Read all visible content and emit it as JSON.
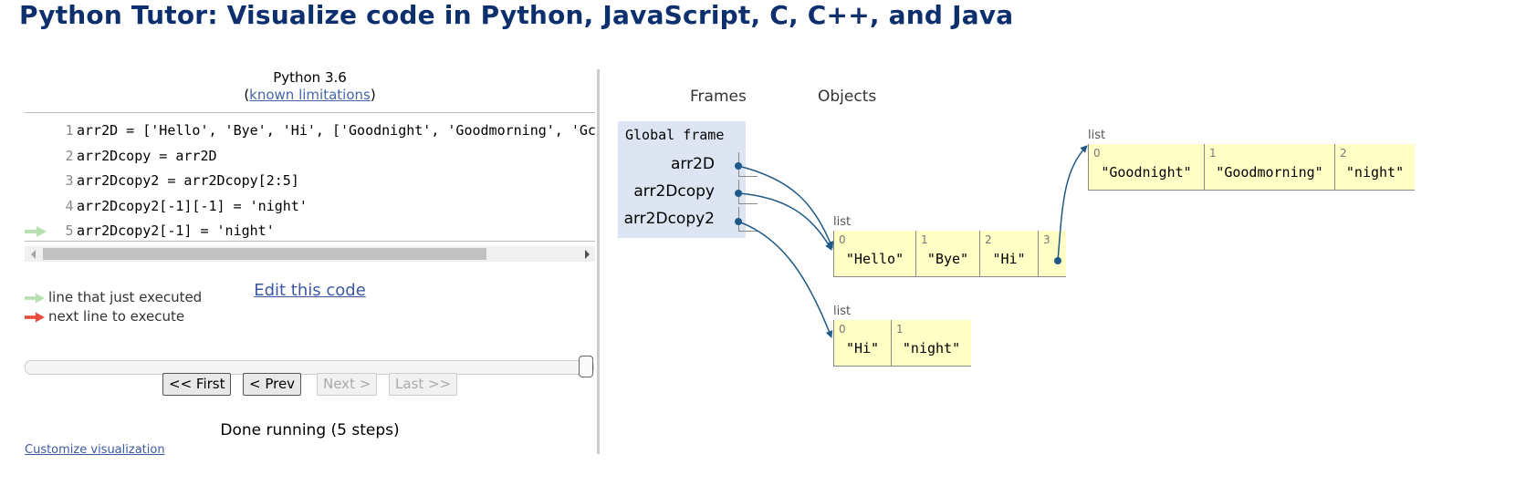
{
  "page": {
    "title": "Python Tutor: Visualize code in Python, JavaScript, C, C++, and Java"
  },
  "editor": {
    "language": "Python 3.6",
    "limits_open": "(",
    "limits_link": "known limitations",
    "limits_close": ")",
    "lines": [
      {
        "num": "1",
        "code": "arr2D = ['Hello', 'Bye', 'Hi', ['Goodnight', 'Goodmorning', 'Gc"
      },
      {
        "num": "2",
        "code": "arr2Dcopy = arr2D"
      },
      {
        "num": "3",
        "code": "arr2Dcopy2 = arr2Dcopy[2:5]"
      },
      {
        "num": "4",
        "code": "arr2Dcopy2[-1][-1] = 'night'"
      },
      {
        "num": "5",
        "code": "arr2Dcopy2[-1] = 'night'"
      }
    ],
    "current_line": 5,
    "edit_link": "Edit this code"
  },
  "legend": {
    "just_executed": "line that just executed",
    "next_line": "next line to execute",
    "just_executed_color": "#b8dfb2",
    "next_line_color": "#e74c3c"
  },
  "controls": {
    "slider_position": 1.0,
    "first": "<< First",
    "prev": "< Prev",
    "next": "Next >",
    "last": "Last >>",
    "status": "Done running (5 steps)",
    "customize": "Customize visualization"
  },
  "viz": {
    "frames_header": "Frames",
    "objects_header": "Objects",
    "global_frame_title": "Global frame",
    "variables": [
      "arr2D",
      "arr2Dcopy",
      "arr2Dcopy2"
    ],
    "lists": {
      "inner": {
        "label": "list",
        "items": [
          [
            "0",
            "\"Goodnight\""
          ],
          [
            "1",
            "\"Goodmorning\""
          ],
          [
            "2",
            "\"night\""
          ]
        ]
      },
      "main": {
        "label": "list",
        "items": [
          [
            "0",
            "\"Hello\""
          ],
          [
            "1",
            "\"Bye\""
          ],
          [
            "2",
            "\"Hi\""
          ],
          [
            "3",
            ""
          ]
        ]
      },
      "slice": {
        "label": "list",
        "items": [
          [
            "0",
            "\"Hi\""
          ],
          [
            "1",
            "\"night\""
          ]
        ]
      }
    },
    "pointer_color": "#1f5a87"
  }
}
